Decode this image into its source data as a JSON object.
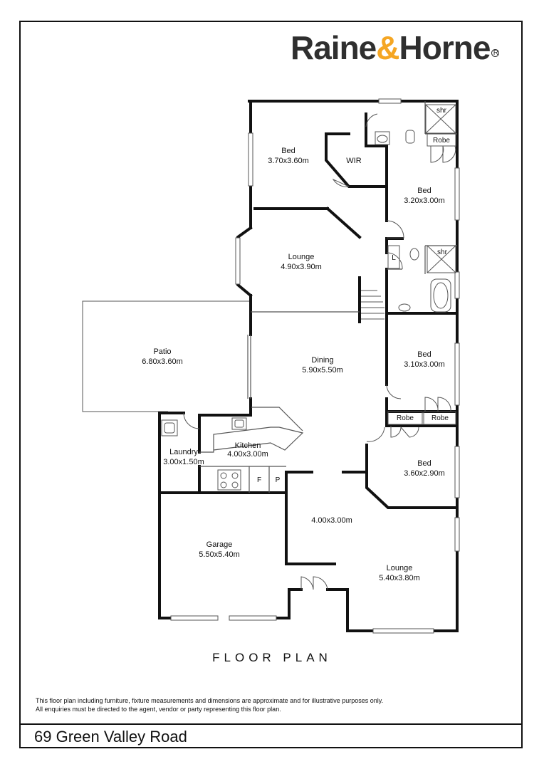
{
  "brand": {
    "name_part1": "Raine",
    "ampersand": "&",
    "name_part2": "Horne",
    "registered": "R",
    "colors": {
      "wordmark": "#2f2f2f",
      "ampersand": "#f5a623"
    }
  },
  "rooms": {
    "bed1": {
      "name": "Bed",
      "dims": "3.70x3.60m"
    },
    "wir": {
      "name": "WIR"
    },
    "bed2": {
      "name": "Bed",
      "dims": "3.20x3.00m"
    },
    "lounge1": {
      "name": "Lounge",
      "dims": "4.90x3.90m"
    },
    "patio": {
      "name": "Patio",
      "dims": "6.80x3.60m"
    },
    "dining": {
      "name": "Dining",
      "dims": "5.90x5.50m"
    },
    "bed3": {
      "name": "Bed",
      "dims": "3.10x3.00m"
    },
    "kitchen": {
      "name": "Kitchen",
      "dims": "4.00x3.00m"
    },
    "laundry": {
      "name": "Laundry",
      "dims": "3.00x1.50m"
    },
    "bed4": {
      "name": "Bed",
      "dims": "3.60x2.90m"
    },
    "hall": {
      "dims": "4.00x3.00m"
    },
    "garage": {
      "name": "Garage",
      "dims": "5.50x5.40m"
    },
    "lounge2": {
      "name": "Lounge",
      "dims": "5.40x3.80m"
    }
  },
  "fixtures": {
    "shr1": "shr",
    "shr2": "shr",
    "robe1": "Robe",
    "robe2": "Robe",
    "robe3": "Robe",
    "linen": "L",
    "fridge": "F",
    "pantry": "P"
  },
  "plan_title": "FLOOR PLAN",
  "disclaimer": {
    "line1": "This floor plan including furniture, fixture measurements and dimensions are approximate and for illustrative purposes only.",
    "line2": "All enquiries must be directed to the agent, vendor or party representing this floor plan."
  },
  "address": "69 Green Valley Road"
}
